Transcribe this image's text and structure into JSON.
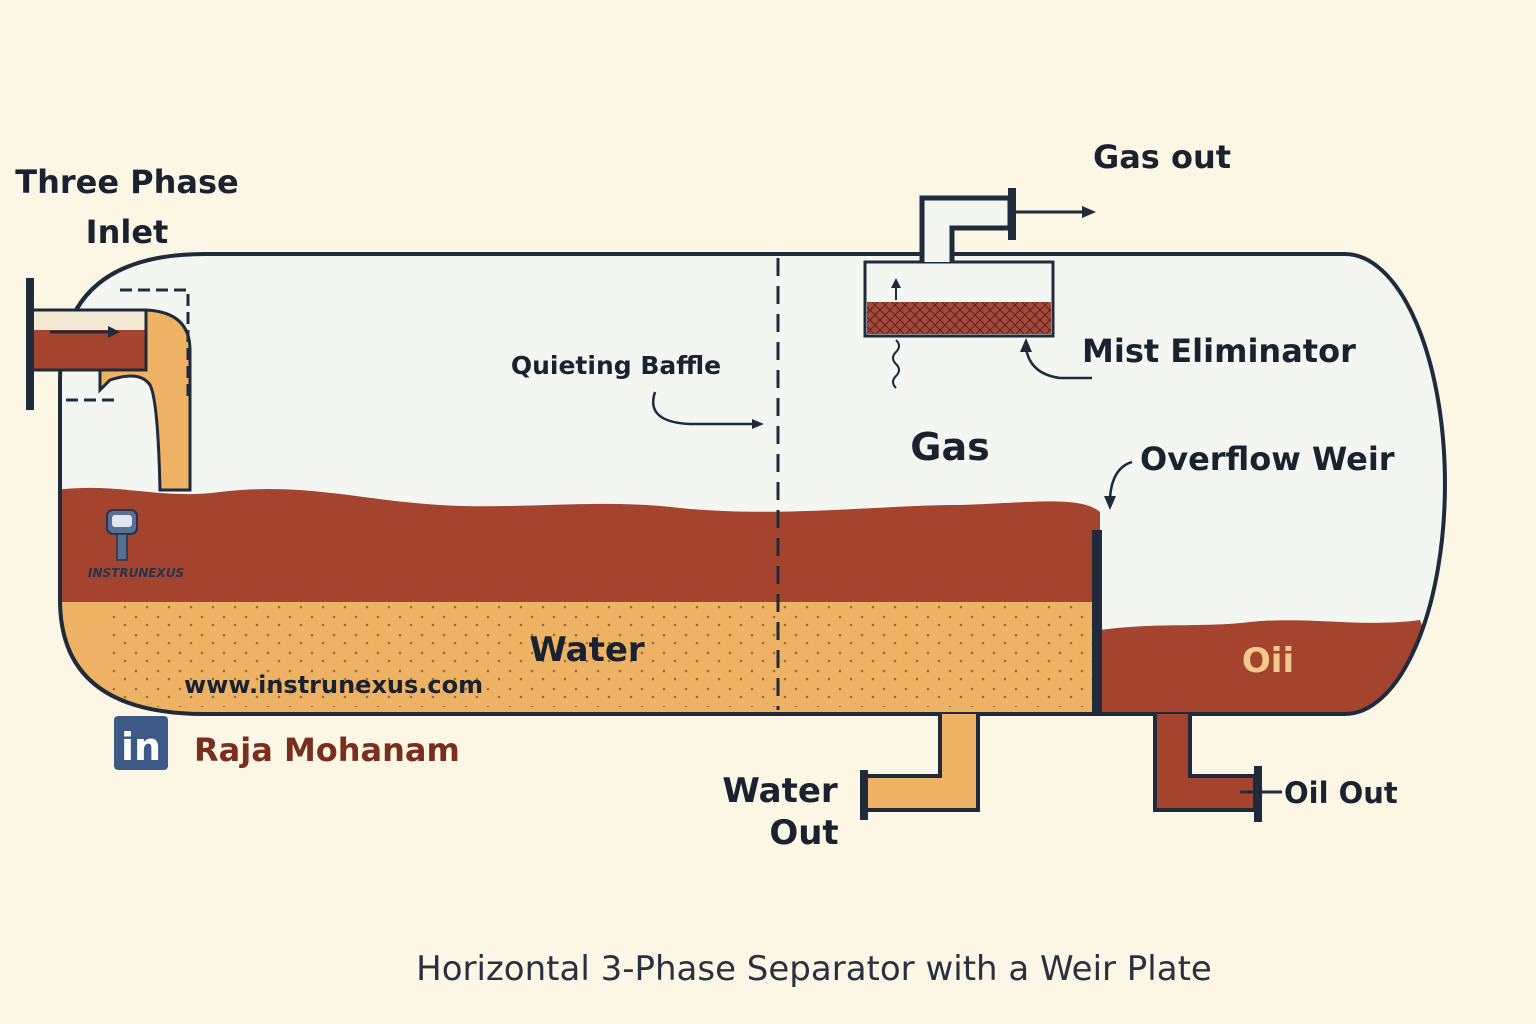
{
  "labels": {
    "three_phase_inlet_line1": "Three Phase",
    "three_phase_inlet_line2": "Inlet",
    "gas_out": "Gas out",
    "mist_eliminator": "Mist Eliminator",
    "quieting_baffle": "Quieting Baffle",
    "gas": "Gas",
    "overflow_weir": "Overflow Weir",
    "water": "Water",
    "oil": "Oii",
    "water_out_line1": "Water",
    "water_out_line2": "Out",
    "oil_out": "Oil Out",
    "website": "www.instrunexus.com",
    "author": "Raja Mohanam",
    "logo_text": "INSTRUNEXUS",
    "linkedin_glyph": "in"
  },
  "caption": "Horizontal 3-Phase Separator with a Weir Plate",
  "colors": {
    "background": "#fbf7e4",
    "outline": "#1f2a3a",
    "gas_space": "#f4f6f2",
    "oil": "#a4442e",
    "water": "#eeb264",
    "mist_pad": "#a3483a",
    "inlet_light": "#f2e9d2",
    "author": "#7a2e20",
    "linkedin": "#3d5a86"
  }
}
